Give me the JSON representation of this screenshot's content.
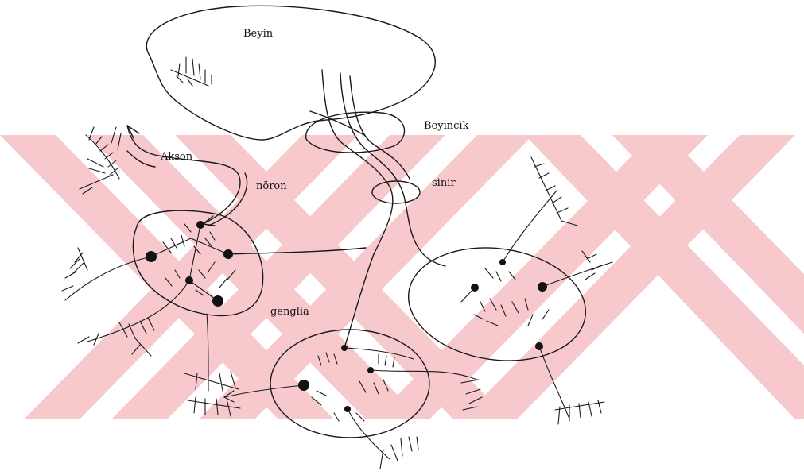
{
  "labels": {
    "beyin": "Beyin",
    "beyincik": "Beyincik",
    "akson": "Akson",
    "noron": "nöron",
    "sinir": "sinir",
    "ganglia": "genglia"
  },
  "colors": {
    "ink": "#1a1a1a",
    "watermark": "#f7c9cc",
    "background": "#ffffff"
  }
}
